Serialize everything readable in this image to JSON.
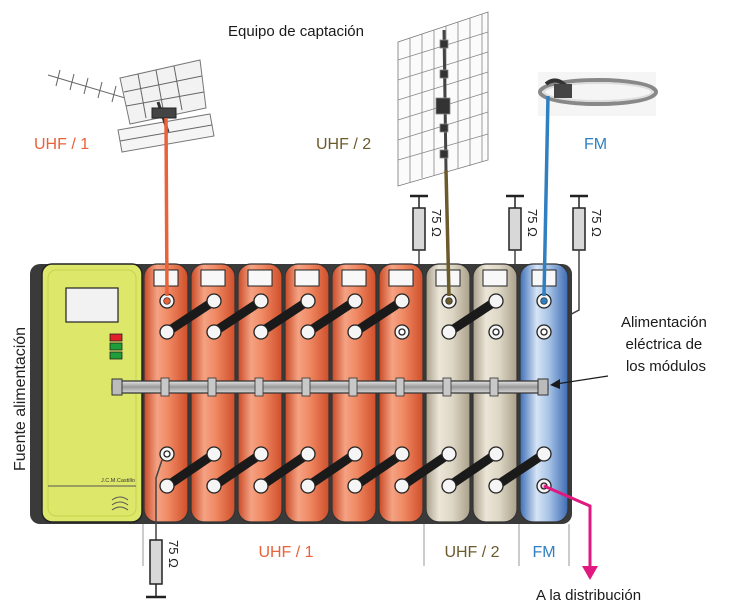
{
  "header": {
    "title": "Equipo de captación"
  },
  "antennas": {
    "uhf1_label": "UHF / 1",
    "uhf2_label": "UHF / 2",
    "fm_label": "FM"
  },
  "resistor_value": "75 Ω",
  "power_supply": {
    "label": "Fuente alimentación",
    "brand": "J.C.M.Castillo"
  },
  "power_feed_annotation": [
    "Alimentación",
    "eléctrica de",
    "los módulos"
  ],
  "bottom_labels": {
    "uhf1": "UHF / 1",
    "uhf2": "UHF / 2",
    "fm": "FM"
  },
  "output_label": "A la distribución",
  "colors": {
    "uhf1": "#e8623a",
    "uhf2": "#6b5a2c",
    "fm": "#2f7fc1",
    "output_arrow": "#e0187f",
    "power_supply": "#dde86a"
  }
}
